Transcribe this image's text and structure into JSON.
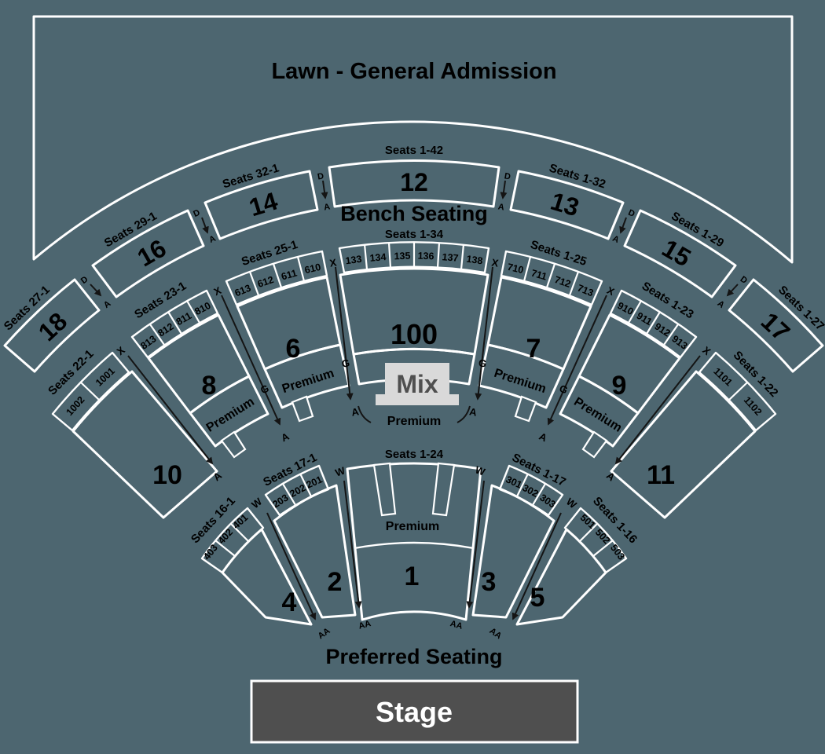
{
  "colors": {
    "background": "#4d6670",
    "line": "#ffffff",
    "label_text": "#000000",
    "mix_fill": "#d9d9d9",
    "mix_text": "#4f4f4f",
    "stage_fill": "#4f4f4f",
    "stage_border": "#ffffff",
    "stage_text": "#ffffff",
    "stair_line": "#141414"
  },
  "lawn": {
    "label": "Lawn - General Admission"
  },
  "bench": {
    "label": "Bench Seating",
    "sections": [
      {
        "id": "12",
        "seats": "Seats 1-42"
      },
      {
        "id": "14",
        "seats": "Seats 32-1"
      },
      {
        "id": "16",
        "seats": "Seats 29-1"
      },
      {
        "id": "18",
        "seats": "Seats 27-1"
      },
      {
        "id": "13",
        "seats": "Seats 1-32"
      },
      {
        "id": "15",
        "seats": "Seats 1-29"
      },
      {
        "id": "17",
        "seats": "Seats 1-27"
      }
    ]
  },
  "mid": {
    "mix": "Mix",
    "sections": [
      {
        "id": "100",
        "seats": "Seats 1-34",
        "boxes": [
          "133",
          "134",
          "135",
          "136",
          "137",
          "138"
        ]
      },
      {
        "id": "6",
        "seats": "Seats 25-1",
        "boxes": [
          "613",
          "612",
          "611",
          "610"
        ]
      },
      {
        "id": "8",
        "seats": "Seats 23-1",
        "boxes": [
          "813",
          "812",
          "811",
          "810"
        ]
      },
      {
        "id": "10",
        "seats": "Seats 22-1",
        "boxes": [
          "1002",
          "1001"
        ]
      },
      {
        "id": "7",
        "seats": "Seats 1-25",
        "boxes": [
          "710",
          "711",
          "712",
          "713"
        ]
      },
      {
        "id": "9",
        "seats": "Seats 1-23",
        "boxes": [
          "910",
          "911",
          "912",
          "913"
        ]
      },
      {
        "id": "11",
        "seats": "Seats 1-22",
        "boxes": [
          "1101",
          "1102"
        ]
      }
    ]
  },
  "preferred": {
    "label": "Preferred Seating",
    "walkway_seats": "Seats 1-24",
    "sections": [
      {
        "id": "1"
      },
      {
        "id": "2",
        "seats": "Seats 17-1",
        "boxes": [
          "203",
          "202",
          "201"
        ]
      },
      {
        "id": "4",
        "seats": "Seats 16-1",
        "boxes": [
          "403",
          "402",
          "401"
        ]
      },
      {
        "id": "3",
        "seats": "Seats 1-17",
        "boxes": [
          "301",
          "302",
          "303"
        ]
      },
      {
        "id": "5",
        "seats": "Seats 1-16",
        "boxes": [
          "501",
          "502",
          "503"
        ]
      }
    ]
  },
  "labels": {
    "premium": "Premium"
  },
  "markers": {
    "x": "X",
    "g": "G",
    "a": "A",
    "d": "D",
    "w": "W",
    "aa": "AA"
  },
  "stage": {
    "label": "Stage"
  }
}
